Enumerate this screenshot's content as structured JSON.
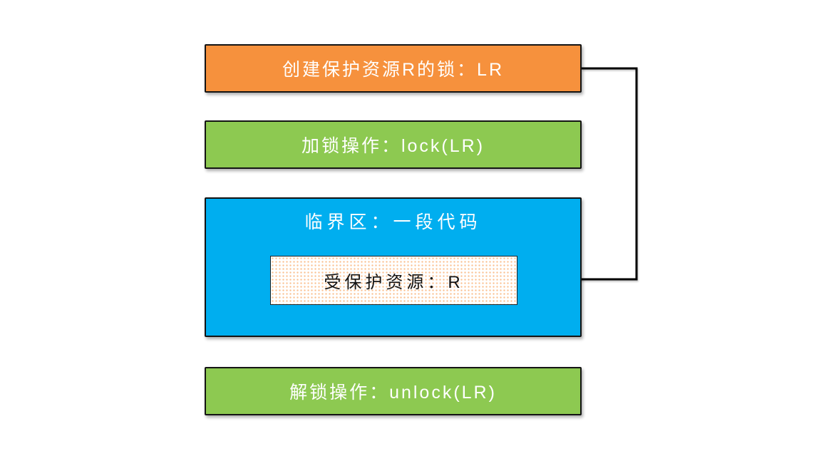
{
  "diagram": {
    "boxes": {
      "create_lock": {
        "label": "创建保护资源R的锁：LR",
        "bg": "#F6913D"
      },
      "lock_op": {
        "label": "加锁操作：lock(LR)",
        "bg": "#8DC951"
      },
      "critical_section": {
        "label": "临界区：一段代码",
        "bg": "#00AEEF"
      },
      "protected_resource": {
        "label": "受保护资源：R",
        "bg": "#FFFFFF"
      },
      "unlock_op": {
        "label": "解锁操作：unlock(LR)",
        "bg": "#8DC951"
      }
    },
    "colors": {
      "box_border": "#141414",
      "arrow": "#000000",
      "label_text_light": "#FFFFFF",
      "label_text_dark": "#141414",
      "resource_dot_pattern": "#F6913D"
    }
  }
}
